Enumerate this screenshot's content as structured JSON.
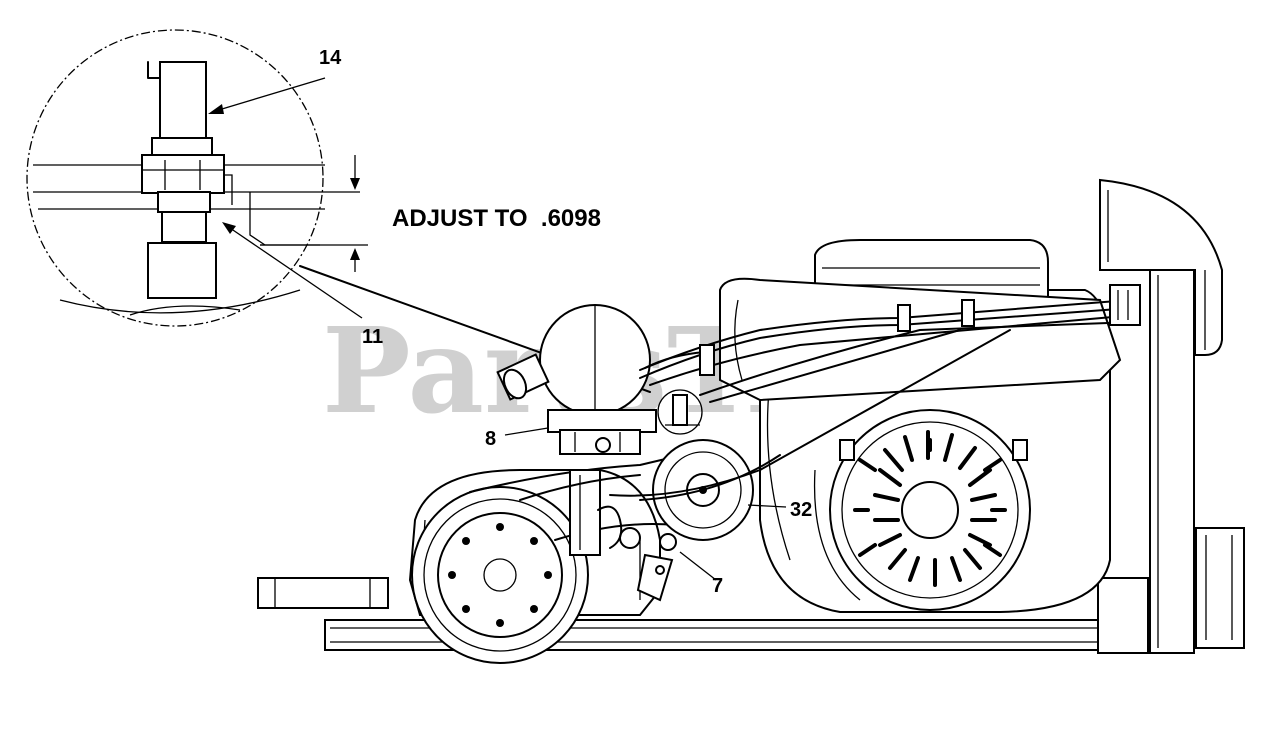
{
  "watermark": "PartsTree",
  "callouts": {
    "c14": "14",
    "c11": "11",
    "c8": "8",
    "c32": "32",
    "c7": "7"
  },
  "adjust_note": "ADJUST TO  .6098"
}
